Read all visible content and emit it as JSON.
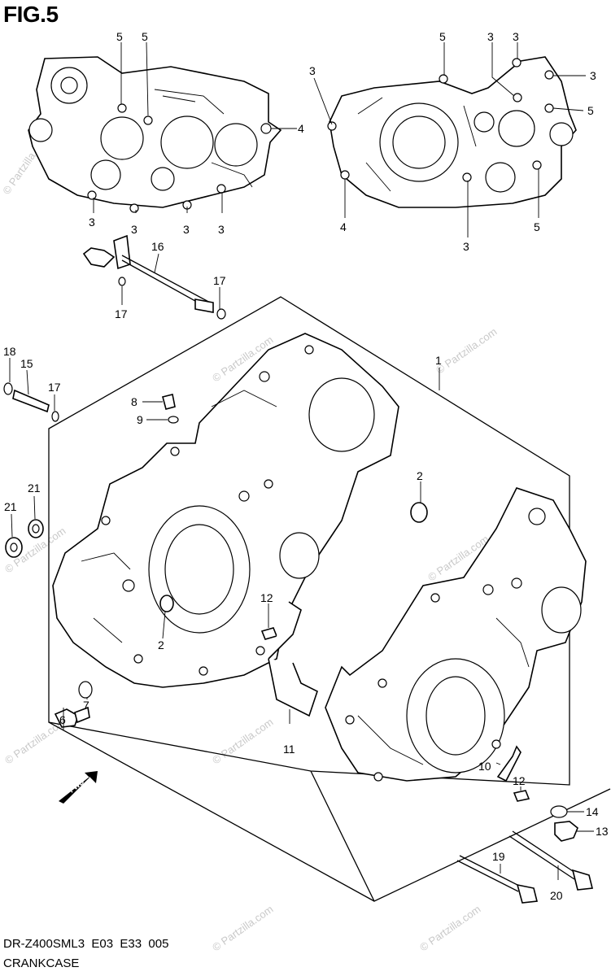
{
  "figure": {
    "title": "FIG.5"
  },
  "footer": {
    "model_code": "DR-Z400SML3  E03  E33  005",
    "section_name": "CRANKCASE"
  },
  "watermark": {
    "text": "© Partzilla.com"
  },
  "callouts": {
    "left_case_top_5a": "5",
    "left_case_top_5b": "5",
    "left_case_right_4": "4",
    "left_case_bottom_3a": "3",
    "left_case_bottom_3b": "3",
    "left_case_bottom_3c": "3",
    "left_case_bottom_3d": "3",
    "right_case_left_3": "3",
    "right_case_top_5": "5",
    "right_case_top_3a": "3",
    "right_case_top_3b": "3",
    "right_case_right_3": "3",
    "right_case_right_5": "5",
    "right_case_bottom_4": "4",
    "right_case_bottom_3": "3",
    "right_case_bottom_5": "5",
    "oil_pipe_16": "16",
    "oring_17a": "17",
    "oring_17b": "17",
    "oring_17c": "17",
    "oring_18": "18",
    "pipe_15": "15",
    "crankcase_set_1": "1",
    "dowel_2a": "2",
    "dowel_2b": "2",
    "nozzle_8": "8",
    "oring_9": "9",
    "cap_21a": "21",
    "cap_21b": "21",
    "bolt_6": "6",
    "washer_7": "7",
    "bolt_12a": "12",
    "bolt_12b": "12",
    "plate_11": "11",
    "plate_10": "10",
    "gasket_14": "14",
    "plug_13": "13",
    "bolt_19": "19",
    "bolt_20": "20"
  },
  "icons": {
    "front_arrow": "fwd-arrow-icon",
    "front_arrow_label": "FWD"
  }
}
